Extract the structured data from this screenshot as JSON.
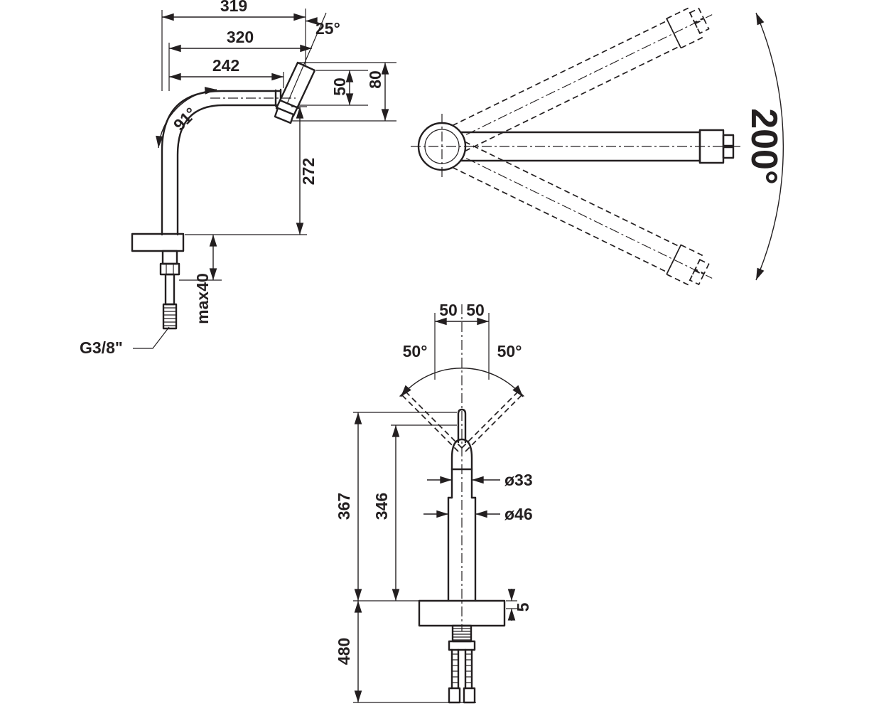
{
  "meta": {
    "title": "Kitchen faucet technical dimension drawing"
  },
  "colors": {
    "line": "#231f20",
    "background": "#ffffff"
  },
  "side_view": {
    "dim_reach_total": "319",
    "dim_reach_pivot": "320",
    "dim_reach_arm": "242",
    "angle_spout_tilt": "25°",
    "dim_outlet_drop": "50",
    "dim_head_height": "80",
    "angle_bend": "91°",
    "dim_arm_height": "272",
    "dim_max_mounting": "max40",
    "thread_size": "G3/8\""
  },
  "top_view": {
    "angle_swivel_range": "200°"
  },
  "front_view": {
    "dim_lever_offset_left": "50",
    "dim_lever_offset_right": "50",
    "angle_lever_travel_left": "50°",
    "angle_lever_travel_right": "50°",
    "dia_body": "ø33",
    "dia_base": "ø46",
    "dim_height_overall": "367",
    "dim_height_to_lever_base": "346",
    "dim_plate_thickness": "5",
    "dim_hose_length": "480"
  }
}
